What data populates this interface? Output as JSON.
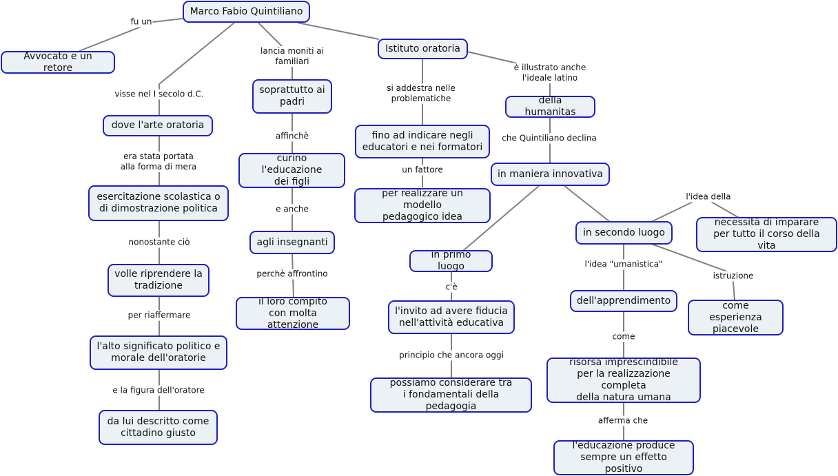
{
  "title": "Marco Fabio Quintiliano",
  "colors": {
    "node_fill": "#ebf1f5",
    "node_border": "#1f1fbf",
    "edge": "#808080"
  },
  "nodes": {
    "root": "Marco Fabio Quintiliano",
    "avvocato": "Avvocato e un retore",
    "dove": "dove l'arte oratoria",
    "esercitazione": "esercitazione scolastica o\ndi dimostrazione politica",
    "volle": "volle riprendere la\ntradizione",
    "alto": "l'alto significato politico e\nmorale dell'oratorie",
    "dalui": "da lui descritto come\ncittadino giusto",
    "padri": "soprattutto ai\npadri",
    "curino": "curino l'educazione\ndei figli",
    "insegnanti": "agli insegnanti",
    "compito": "il loro compito\ncon molta attenzione",
    "istituto": "Istituto oratoria",
    "fino": "fino ad indicare negli\neducatori e nei formatori",
    "realizzare": "per realizzare un modello\npedagogico idea",
    "humanitas": "della humanitas",
    "maniera": "in maniera innovativa",
    "primo": "in primo luogo",
    "invito": "l'invito ad avere fiducia\nnell'attività educativa",
    "possiamo": "possiamo considerare tra\ni fondamentali della pedagogia",
    "secondo": "in secondo luogo",
    "necessita": "necessità di imparare\nper tutto il corso della vita",
    "apprendimento": "dell'apprendimento",
    "esperienza": "come esperienza\npiacevole",
    "risorsa": "risorsa imprescindibile\nper la realizzazione completa\ndella natura umana",
    "educazione": "l'educazione produce\nsempre un effetto positivo"
  },
  "links": {
    "fu_un": "fu un",
    "visse": "visse nel I secolo d.C.",
    "era_stata": "era stata portata\nalla forma di mera",
    "nonostante": "nonostante ciò",
    "per_riaffermare": "per riaffermare",
    "figura": "e la figura dell'oratore",
    "lancia": "lancia moniti ai\nfamiliari",
    "affinche": "affinchè",
    "e_anche": "e anche",
    "perche": "perchè affrontino",
    "si_addestra": "si addestra nelle\nproblematiche",
    "un_fattore": "un fattore",
    "illustrato": "è illustrato anche\nl'ideale latino",
    "declina": "che Quintiliano declina",
    "ce": "c'è",
    "principio": "principio che ancora oggi",
    "idea_della": "l'idea della",
    "umanistica": "l'idea \"umanistica\"",
    "istruzione": "istruzione",
    "come": "come",
    "afferma": "afferma che"
  }
}
